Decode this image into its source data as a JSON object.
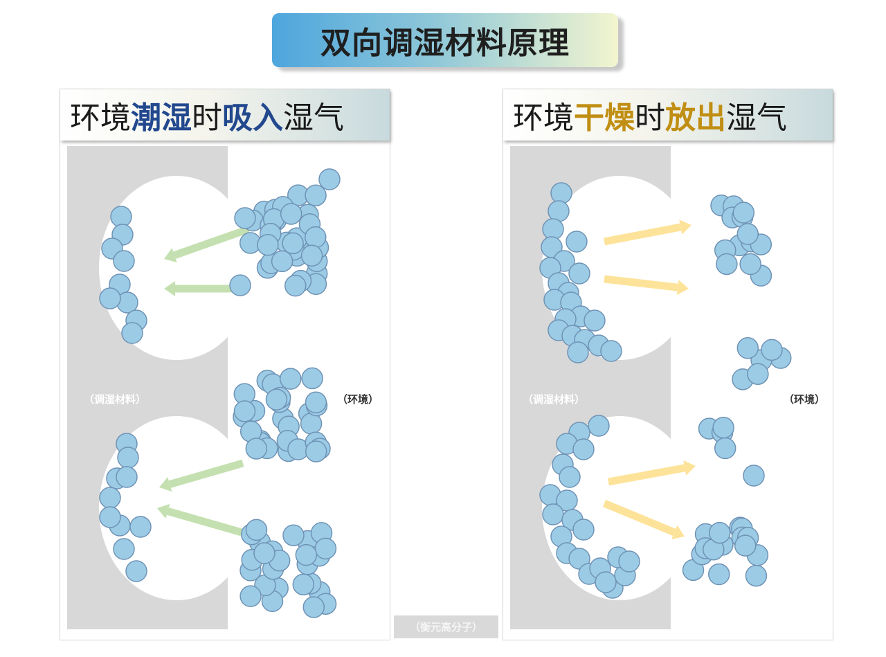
{
  "title": "双向调湿材料原理",
  "left_panel": {
    "header": {
      "t1": "环境",
      "t2": "潮湿",
      "t3": "时",
      "t4": "吸入",
      "t5": "湿气"
    },
    "material_label": "（调湿材料）",
    "environment_label": "（环境）",
    "arrow_color": "#c4e0b0"
  },
  "right_panel": {
    "header": {
      "t1": "环境",
      "t2": "干燥",
      "t3": "时",
      "t4": "放出",
      "t5": "湿气"
    },
    "material_label": "（调湿材料）",
    "environment_label": "（环境）",
    "arrow_color": "#fde39a"
  },
  "credit": "（衡元高分子）",
  "colors": {
    "material": "#d8d8d8",
    "molecule_fill": "#9ccbe6",
    "molecule_stroke": "#6f93b5",
    "highlight_blue": "#22488e",
    "highlight_gold": "#c08e12"
  }
}
